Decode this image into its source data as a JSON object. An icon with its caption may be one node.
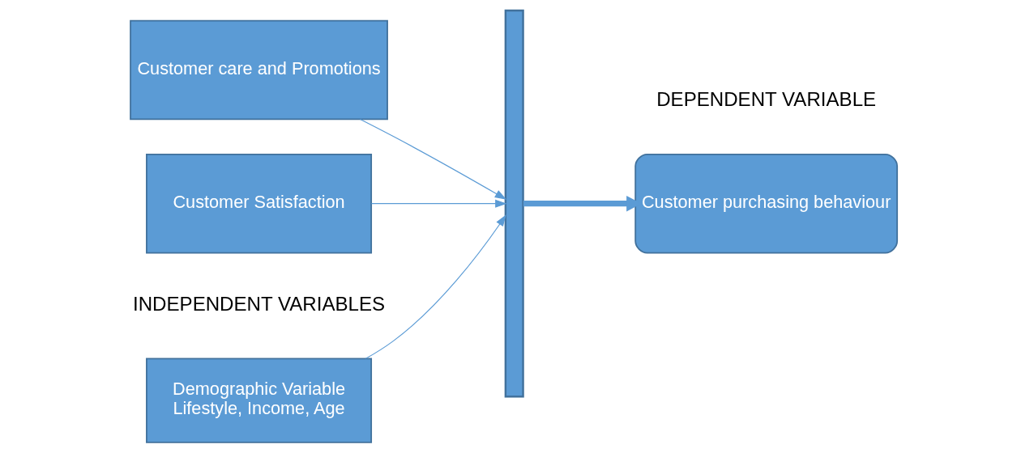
{
  "diagram": {
    "nodes": [
      {
        "text": [
          "Demographic Variable",
          "Lifestyle, Income, Age"
        ]
      },
      {
        "text": [
          "Customer care and Promotions"
        ]
      },
      {
        "text": [
          "Customer Satisfaction"
        ]
      },
      {
        "text": [],
        "shape": "bar"
      },
      {
        "text": [
          "Customer purchasing behaviour"
        ]
      }
    ],
    "edges": [
      {
        "from": 0,
        "to": 3,
        "arrow": "to"
      },
      {
        "from": 1,
        "to": 3,
        "arrow": "to"
      },
      {
        "from": 2,
        "to": 3,
        "arrow": "to"
      },
      {
        "from": 3,
        "to": 4,
        "arrow": "to",
        "style": "thick"
      }
    ],
    "labels": [
      "INDEPENDENT VARIABLES",
      "DEPENDENT VARIABLE"
    ]
  }
}
